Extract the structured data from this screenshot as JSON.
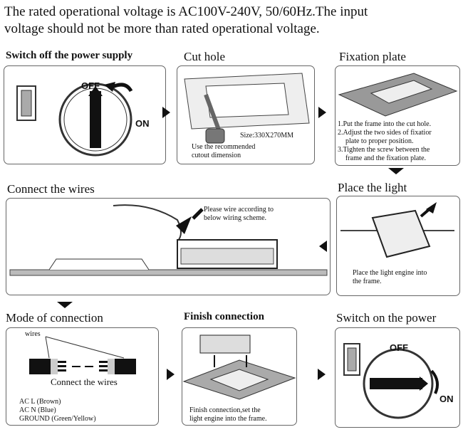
{
  "header": {
    "line1": "The rated operational voltage is AC100V-240V, 50/60Hz.The input",
    "line2": "voltage should not be more than rated operational voltage."
  },
  "steps": {
    "switch_off": {
      "title": "Switch off the power supply",
      "off": "OFF",
      "on": "ON"
    },
    "cut_hole": {
      "title": "Cut hole",
      "size": "Size:330X270MM",
      "note1": "Use the recommended",
      "note2": "cutout dimension"
    },
    "fixation": {
      "title": "Fixation plate",
      "l1": "1.Put the frame into the cut hole.",
      "l2": "2.Adjust the two sides of fixatior",
      "l3": "plate to proper position.",
      "l4": "3.Tighten the screw between the",
      "l5": "frame and the fixation plate."
    },
    "connect": {
      "title": "Connect the wires",
      "n1": "Please wire according to",
      "n2": "below wiring scheme."
    },
    "place": {
      "title": "Place the light",
      "n1": "Place the light engine into",
      "n2": "the frame."
    },
    "mode": {
      "title": "Mode of connection",
      "wires": "wires",
      "caption": "Connect the wires",
      "l": "AC L (Brown)",
      "n": "AC N (Blue)",
      "g": "GROUND (Green/Yellow)"
    },
    "finish": {
      "title": "Finish connection",
      "n1": "Finish connection,set the",
      "n2": "light engine into the frame."
    },
    "switch_on": {
      "title": "Switch on the power",
      "off": "OFF",
      "on": "ON"
    }
  }
}
